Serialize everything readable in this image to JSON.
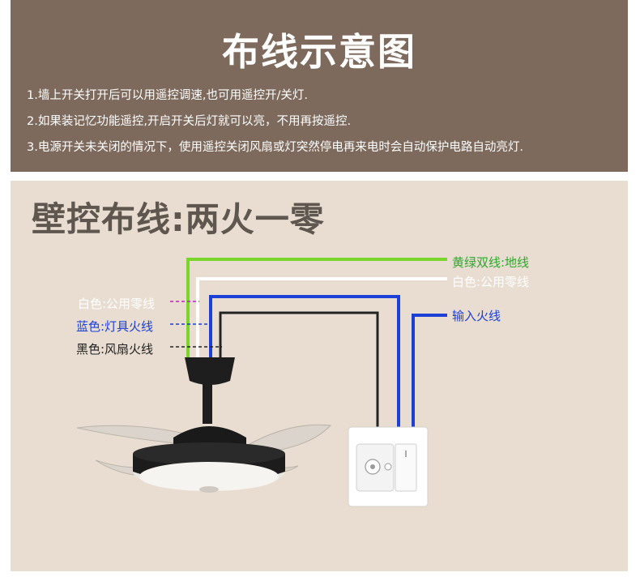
{
  "header": {
    "title": "布线示意图",
    "rules": [
      "1.墙上开关打开后可以用遥控调速,也可用遥控开/关灯.",
      "2.如果装记忆功能遥控,开启开关后灯就可以亮，不用再按遥控.",
      "3.电源开关未关闭的情况下，使用遥控关闭风扇或灯突然停电再来电时会自动保护电路自动亮灯."
    ]
  },
  "panel": {
    "subtitle": "壁控布线:两火一零"
  },
  "wires": {
    "left": [
      {
        "label": "白色:公用零线",
        "color": "#ffffff",
        "line": "#c020c0"
      },
      {
        "label": "蓝色:灯具火线",
        "color": "#1c3fd6",
        "line": "#1c3fd6"
      },
      {
        "label": "黑色:风扇火线",
        "color": "#222222",
        "line": "#222222"
      }
    ],
    "right": [
      {
        "label": "黄绿双线:地线",
        "color": "#2ea82e",
        "line": "#7ad62a"
      },
      {
        "label": "白色:公用零线",
        "color": "#ffffff",
        "line": "#ffffff"
      },
      {
        "label": "输入火线",
        "color": "#1c3fd6",
        "line": "#1c3fd6"
      }
    ]
  }
}
